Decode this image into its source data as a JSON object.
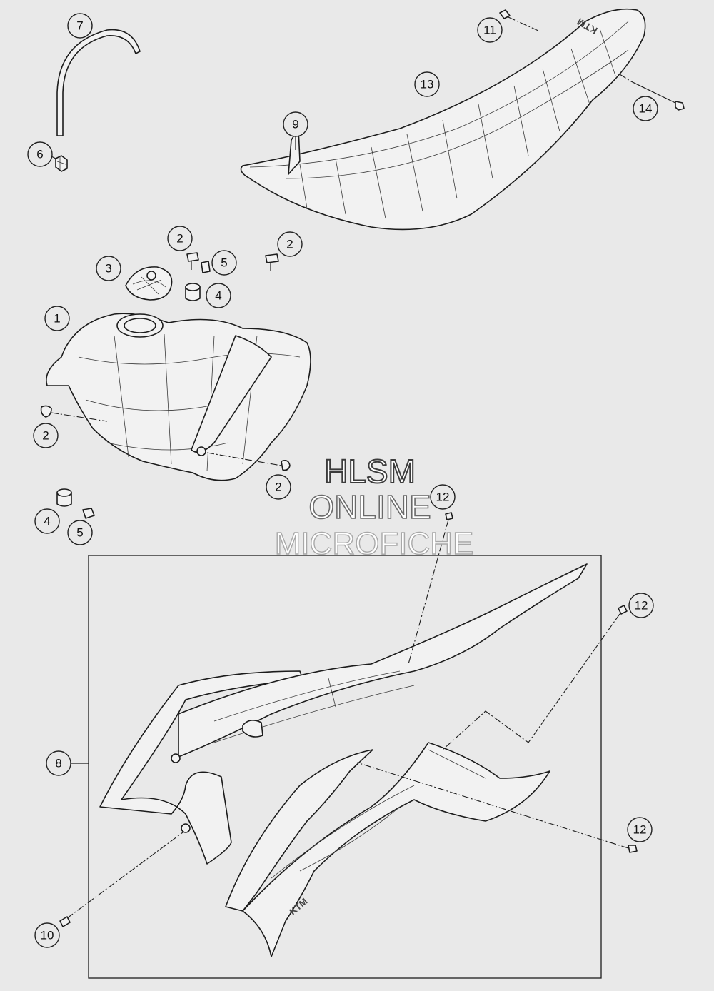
{
  "watermark": {
    "line1": "HLSM",
    "line2": "ONLINE",
    "line3": "MICROFICHE"
  },
  "callouts": [
    {
      "id": "c-7",
      "label": "7"
    },
    {
      "id": "c-11",
      "label": "11"
    },
    {
      "id": "c-13",
      "label": "13"
    },
    {
      "id": "c-14",
      "label": "14"
    },
    {
      "id": "c-9",
      "label": "9"
    },
    {
      "id": "c-6",
      "label": "6"
    },
    {
      "id": "c-2a",
      "label": "2"
    },
    {
      "id": "c-2b",
      "label": "2"
    },
    {
      "id": "c-3",
      "label": "3"
    },
    {
      "id": "c-5a",
      "label": "5"
    },
    {
      "id": "c-4a",
      "label": "4"
    },
    {
      "id": "c-1",
      "label": "1"
    },
    {
      "id": "c-2c",
      "label": "2"
    },
    {
      "id": "c-2d",
      "label": "2"
    },
    {
      "id": "c-12a",
      "label": "12"
    },
    {
      "id": "c-4b",
      "label": "4"
    },
    {
      "id": "c-5b",
      "label": "5"
    },
    {
      "id": "c-12b",
      "label": "12"
    },
    {
      "id": "c-8",
      "label": "8"
    },
    {
      "id": "c-12c",
      "label": "12"
    },
    {
      "id": "c-10",
      "label": "10"
    }
  ]
}
